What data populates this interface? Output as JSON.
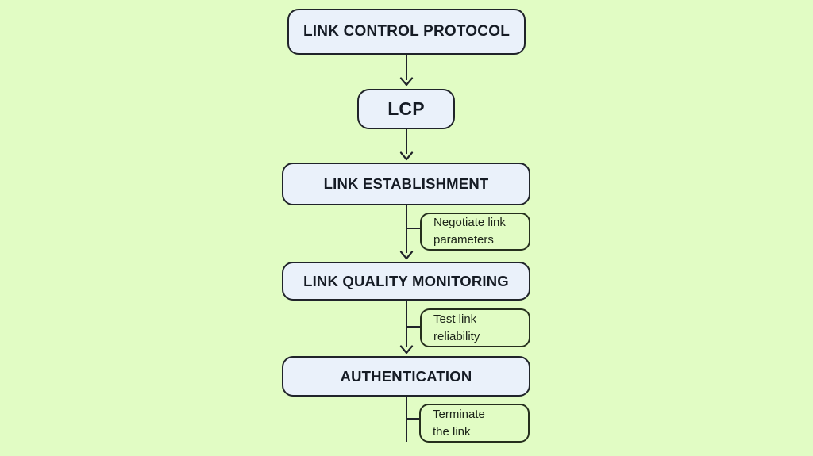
{
  "diagram": {
    "type": "flowchart",
    "background_color": "#e1fcc4",
    "node_fill_color": "#eaf1fa",
    "node_border_color": "#20242a",
    "note_border_color": "#252f1d",
    "text_color": "#151b24",
    "main_nodes": [
      {
        "id": "link-control-protocol",
        "label": "LINK CONTROL PROTOCOL"
      },
      {
        "id": "lcp",
        "label": "LCP"
      },
      {
        "id": "link-establishment",
        "label": "LINK ESTABLISHMENT"
      },
      {
        "id": "link-quality-monitoring",
        "label": "LINK QUALITY MONITORING"
      },
      {
        "id": "authentication",
        "label": "AUTHENTICATION"
      }
    ],
    "side_notes": [
      {
        "id": "negotiate-link-parameters",
        "attached_to": "LINK ESTABLISHMENT",
        "label": "Negotiate link parameters",
        "line1": "Negotiate link",
        "line2": "parameters"
      },
      {
        "id": "test-link-reliability",
        "attached_to": "LINK QUALITY MONITORING",
        "label": "Test link reliability",
        "line1": "Test link",
        "line2": "reliability"
      },
      {
        "id": "terminate-the-link",
        "attached_to": "AUTHENTICATION",
        "label": "Terminate the link",
        "line1": "Terminate",
        "line2": "the link"
      }
    ],
    "connections": [
      {
        "from": "LINK CONTROL PROTOCOL",
        "to": "LCP",
        "arrowhead": true
      },
      {
        "from": "LCP",
        "to": "LINK ESTABLISHMENT",
        "arrowhead": true
      },
      {
        "from": "LINK ESTABLISHMENT",
        "to": "LINK QUALITY MONITORING",
        "arrowhead": true
      },
      {
        "from": "LINK QUALITY MONITORING",
        "to": "AUTHENTICATION",
        "arrowhead": true
      },
      {
        "from": "AUTHENTICATION",
        "to": "bottom edge",
        "arrowhead": false
      }
    ]
  }
}
